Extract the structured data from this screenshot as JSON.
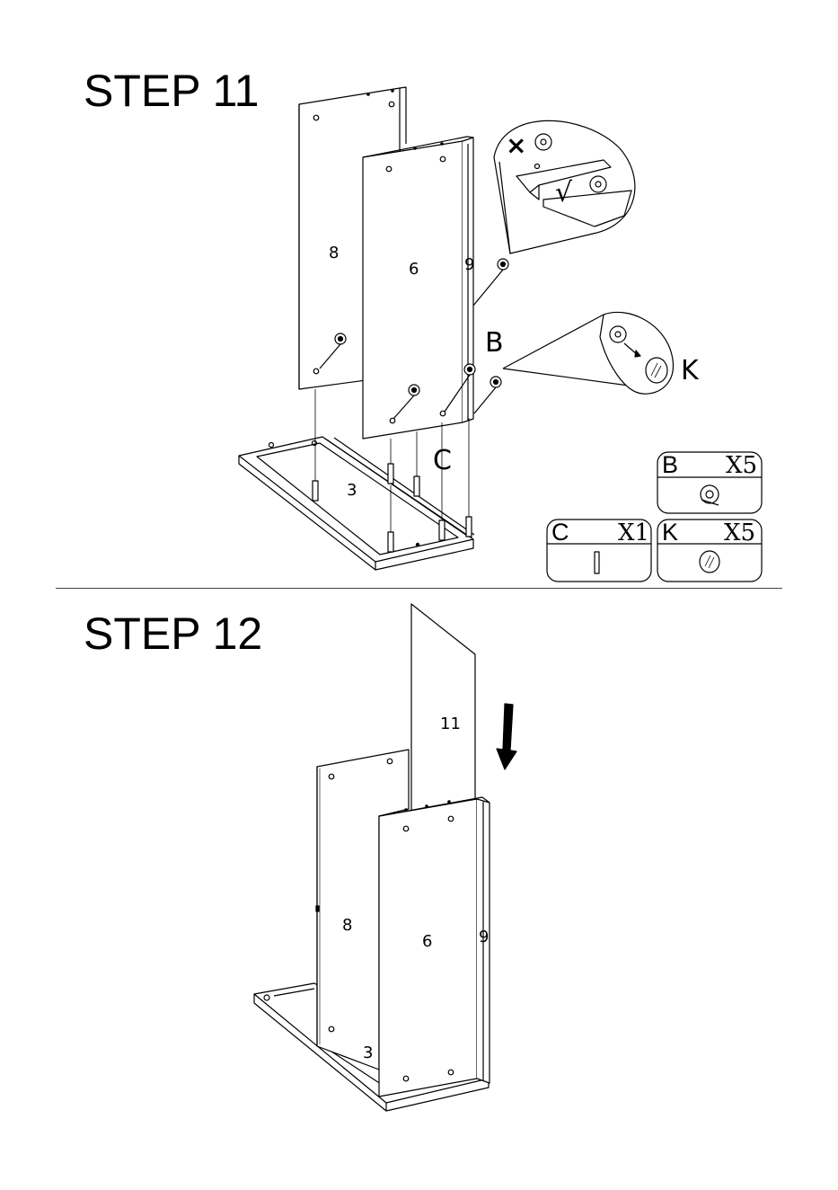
{
  "steps": [
    {
      "title": "STEP 11",
      "panel_labels": {
        "left_panel": "8",
        "front_panel": "6",
        "side_edge": "9",
        "base": "3"
      },
      "hardware_callouts": {
        "cam_lock": "B",
        "dowel": "C",
        "cap": "K"
      },
      "detail_marks": {
        "wrong": "×",
        "right": "√"
      }
    },
    {
      "title": "STEP 12",
      "panel_labels": {
        "back_panel": "11",
        "left_panel": "8",
        "front_panel": "6",
        "side_edge": "9",
        "base": "3"
      }
    }
  ],
  "legend": [
    {
      "letter": "B",
      "count": "X5",
      "icon": "cam-lock-icon"
    },
    {
      "letter": "C",
      "count": "X1",
      "icon": "wooden-dowel-icon"
    },
    {
      "letter": "K",
      "count": "X5",
      "icon": "cover-cap-icon"
    }
  ]
}
